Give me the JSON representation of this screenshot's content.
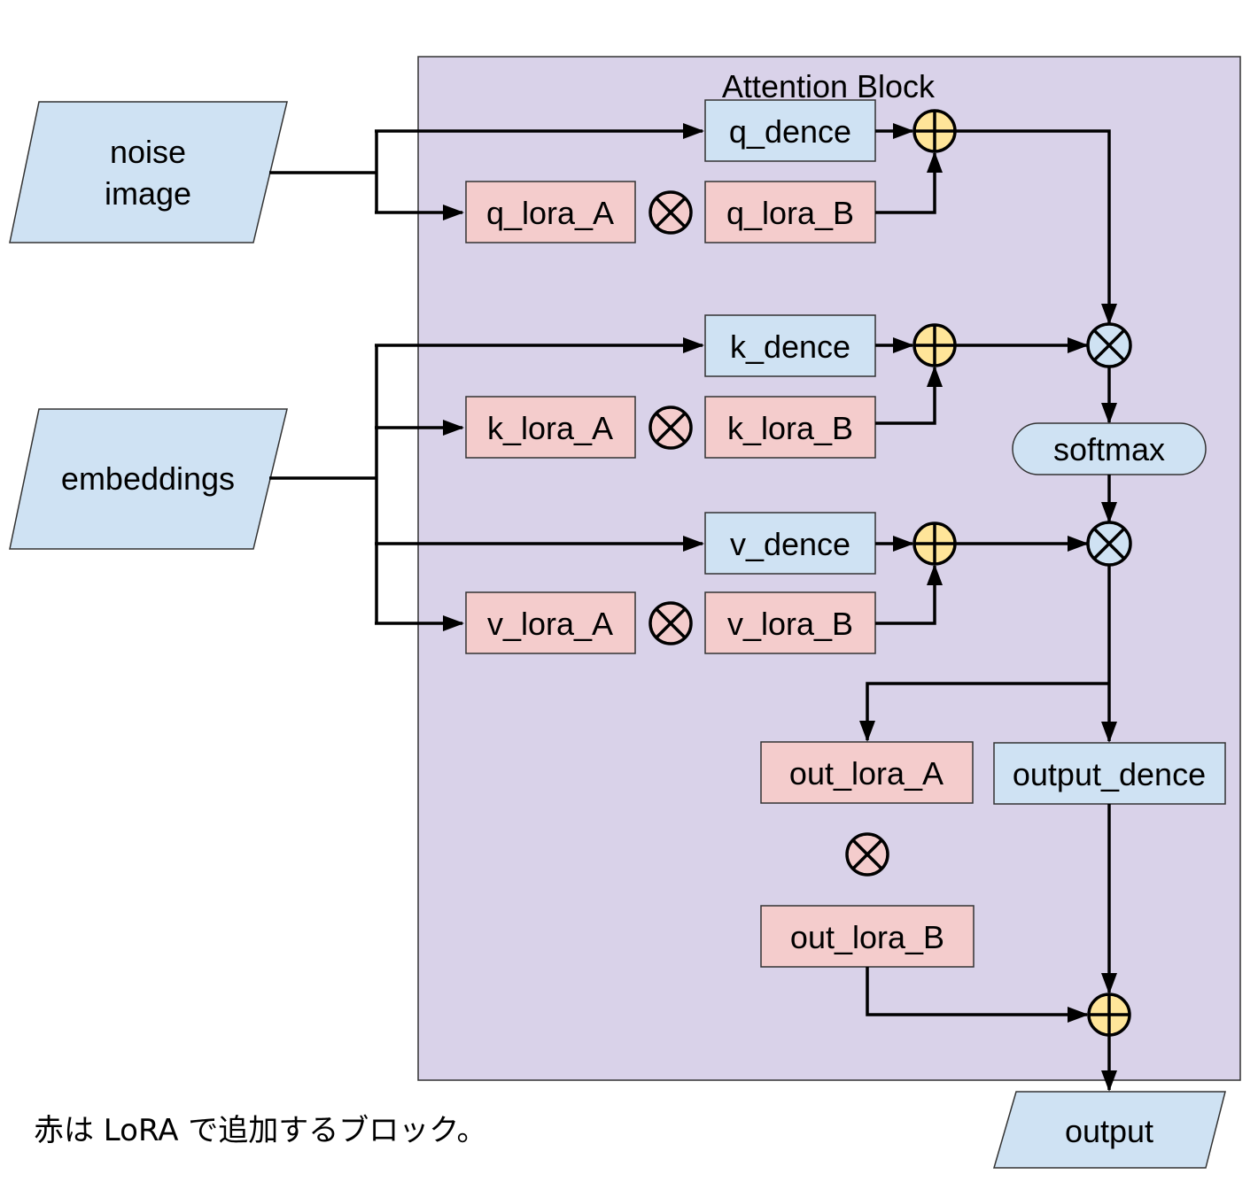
{
  "diagram": {
    "block_title": "Attention Block",
    "colors": {
      "block_bg": "#d9d2e9",
      "base_box": "#cfe2f3",
      "lora_box": "#f4cccc",
      "add_op": "#ffe599"
    },
    "inputs": {
      "noise_line1": "noise",
      "noise_line2": "image",
      "embeddings": "embeddings"
    },
    "nodes": {
      "q_dence": "q_dence",
      "q_lora_A": "q_lora_A",
      "q_lora_B": "q_lora_B",
      "k_dence": "k_dence",
      "k_lora_A": "k_lora_A",
      "k_lora_B": "k_lora_B",
      "v_dence": "v_dence",
      "v_lora_A": "v_lora_A",
      "v_lora_B": "v_lora_B",
      "softmax": "softmax",
      "out_lora_A": "out_lora_A",
      "out_lora_B": "out_lora_B",
      "output_dence": "output_dence"
    },
    "output": "output",
    "note": "赤は LoRA で追加するブロック。",
    "operator_icons": [
      "multiply-icon",
      "add-icon"
    ]
  }
}
